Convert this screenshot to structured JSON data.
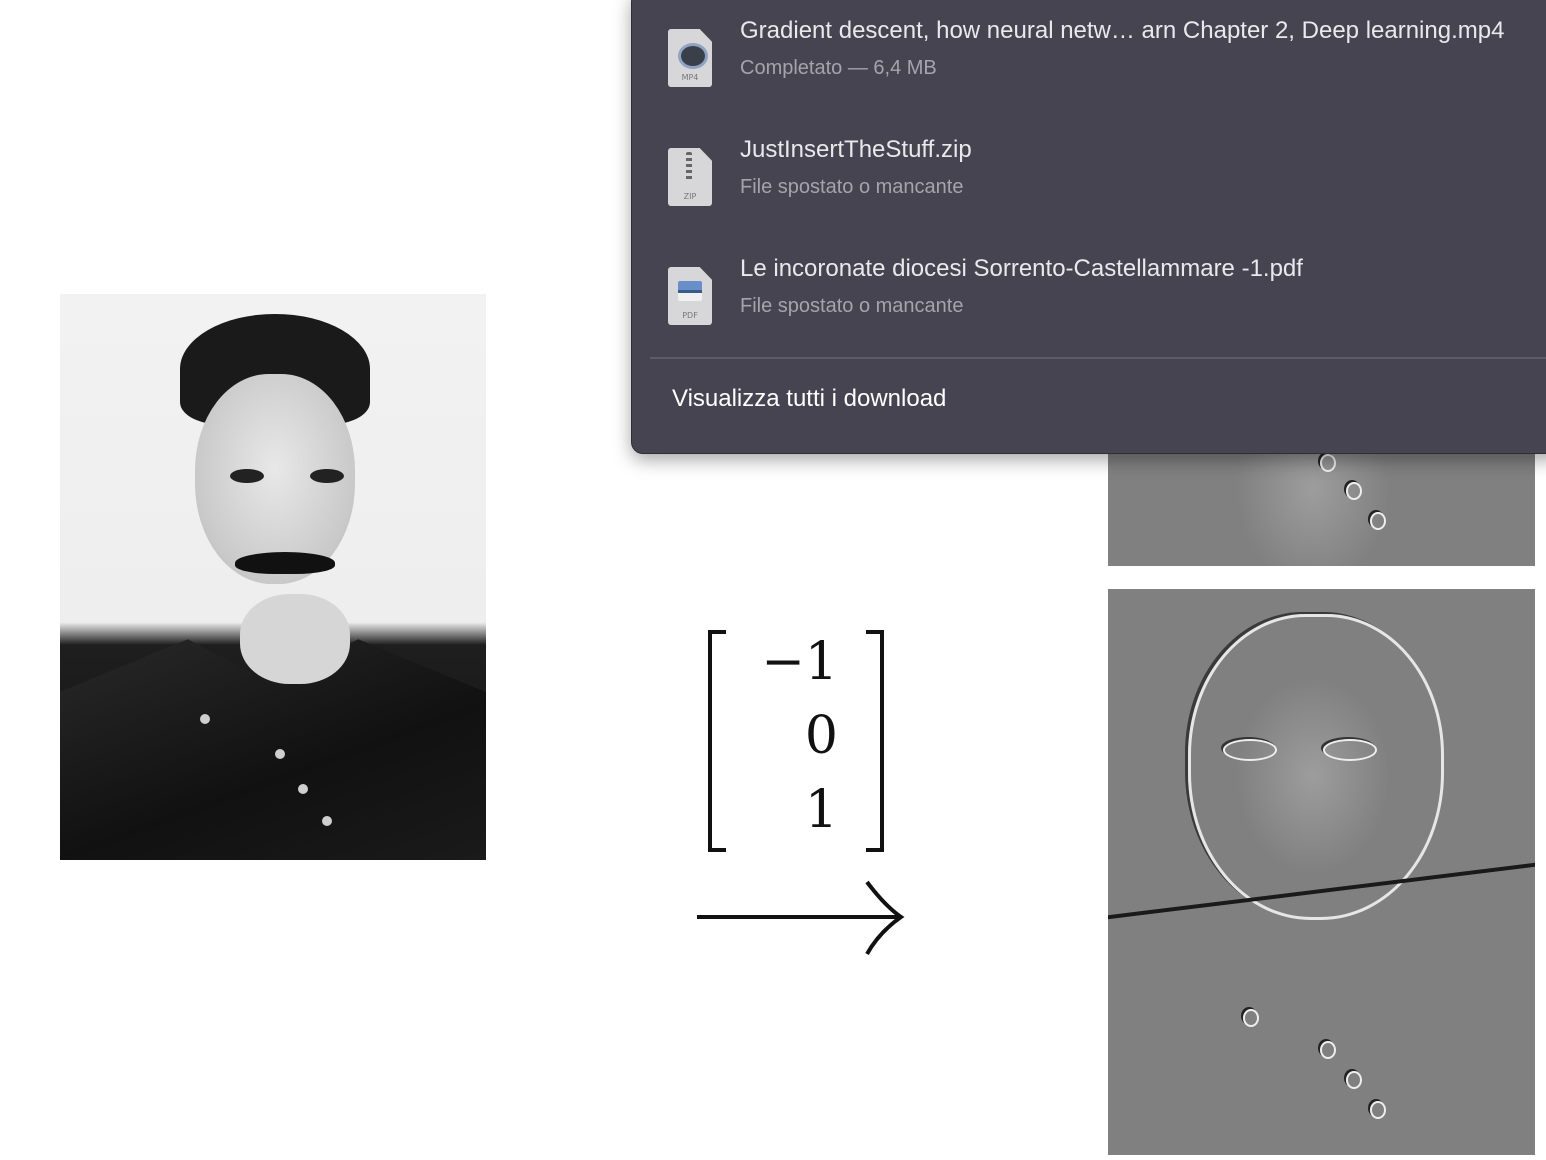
{
  "downloads": {
    "items": [
      {
        "name": "Gradient descent, how neural netw… arn Chapter 2, Deep learning.mp4",
        "status": "Completato — 6,4 MB",
        "icon": "mp4-file-icon",
        "ext": "MP4"
      },
      {
        "name": "JustInsertTheStuff.zip",
        "status": "File spostato o mancante",
        "icon": "zip-file-icon",
        "ext": "ZIP"
      },
      {
        "name": "Le incoronate diocesi Sorrento-Castellammare -1.pdf",
        "status": "File spostato o mancante",
        "icon": "pdf-file-icon",
        "ext": "PDF"
      }
    ],
    "show_all_label": "Visualizza tutti i download"
  },
  "slide": {
    "kernel": [
      "−1",
      "0",
      "1"
    ]
  },
  "colors": {
    "popover_bg": "#454450",
    "text_primary": "#e9e9ec",
    "text_secondary": "#a5a4ad"
  }
}
